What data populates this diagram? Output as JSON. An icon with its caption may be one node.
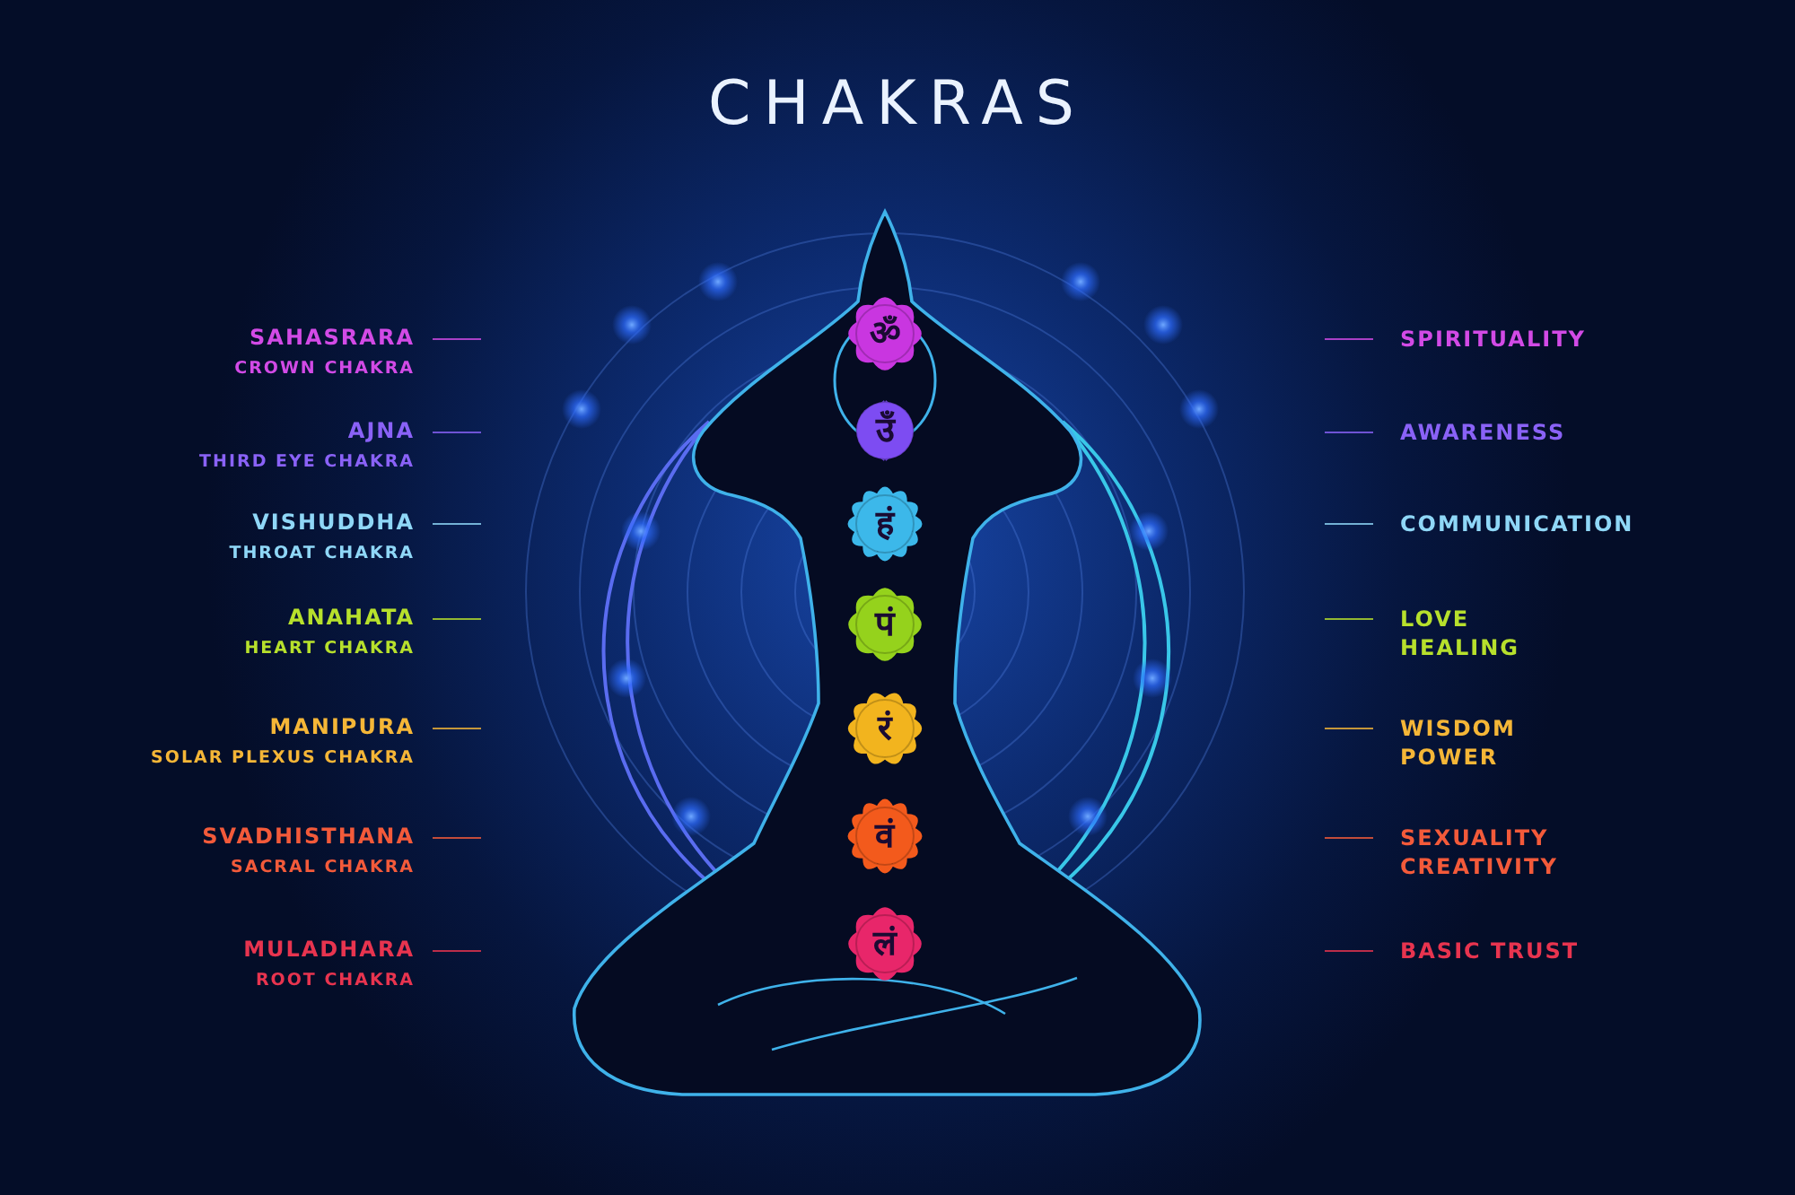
{
  "diagram": {
    "title": "CHAKRAS",
    "nodes": [
      {
        "text": [
          "ॐ"
        ]
      },
      {
        "text": [
          "उँ"
        ]
      },
      {
        "text": [
          "हं"
        ]
      },
      {
        "text": [
          "पं"
        ]
      },
      {
        "text": [
          "रं"
        ]
      },
      {
        "text": [
          "वं"
        ]
      },
      {
        "text": [
          "लं"
        ]
      }
    ],
    "labels": [
      "SAHASRARA",
      "CROWN CHAKRA",
      "SPIRITUALITY",
      "AJNA",
      "THIRD EYE CHAKRA",
      "AWARENESS",
      "VISHUDDHA",
      "THROAT CHAKRA",
      "COMMUNICATION",
      "ANAHATA",
      "HEART CHAKRA",
      "LOVE HEALING",
      "MANIPURA",
      "SOLAR PLEXUS CHAKRA",
      "WISDOM POWER",
      "SVADHISTHANA",
      "SACRAL CHAKRA",
      "SEXUALITY CREATIVITY",
      "MULADHARA",
      "ROOT CHAKRA",
      "BASIC TRUST"
    ]
  }
}
